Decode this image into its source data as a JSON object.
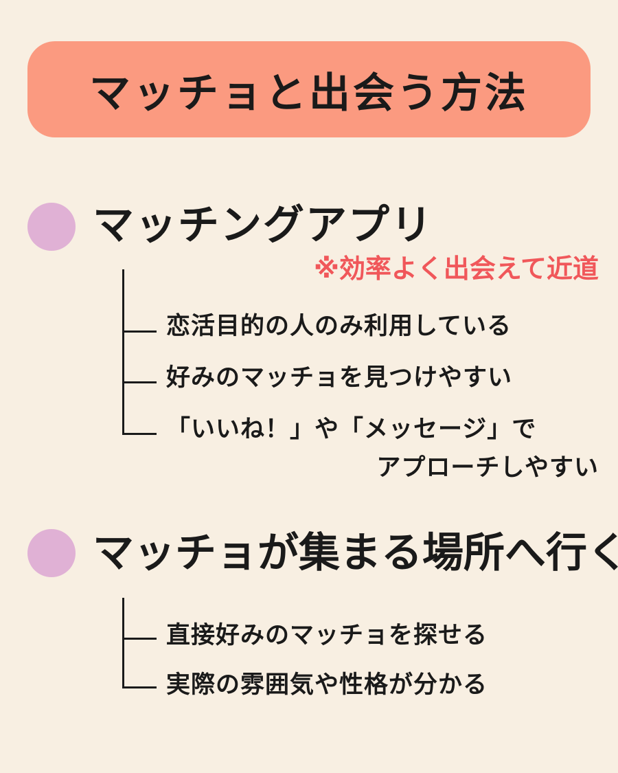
{
  "title": "マッチョと出会う方法",
  "sections": [
    {
      "heading": "マッチングアプリ",
      "note": "※効率よく出会えて近道",
      "items": [
        "恋活目的の人のみ利用している",
        "好みのマッチョを見つけやすい",
        "「いいね！」や「メッセージ」で",
        "アプローチしやすい"
      ]
    },
    {
      "heading": "マッチョが集まる場所へ行く",
      "items": [
        "直接好みのマッチョを探せる",
        "実際の雰囲気や性格が分かる"
      ]
    }
  ],
  "colors": {
    "background": "#f8efe2",
    "title_box": "#fb9a80",
    "bullet": "#e0b1d5",
    "note": "#f0575a",
    "text": "#1a1a1a"
  }
}
